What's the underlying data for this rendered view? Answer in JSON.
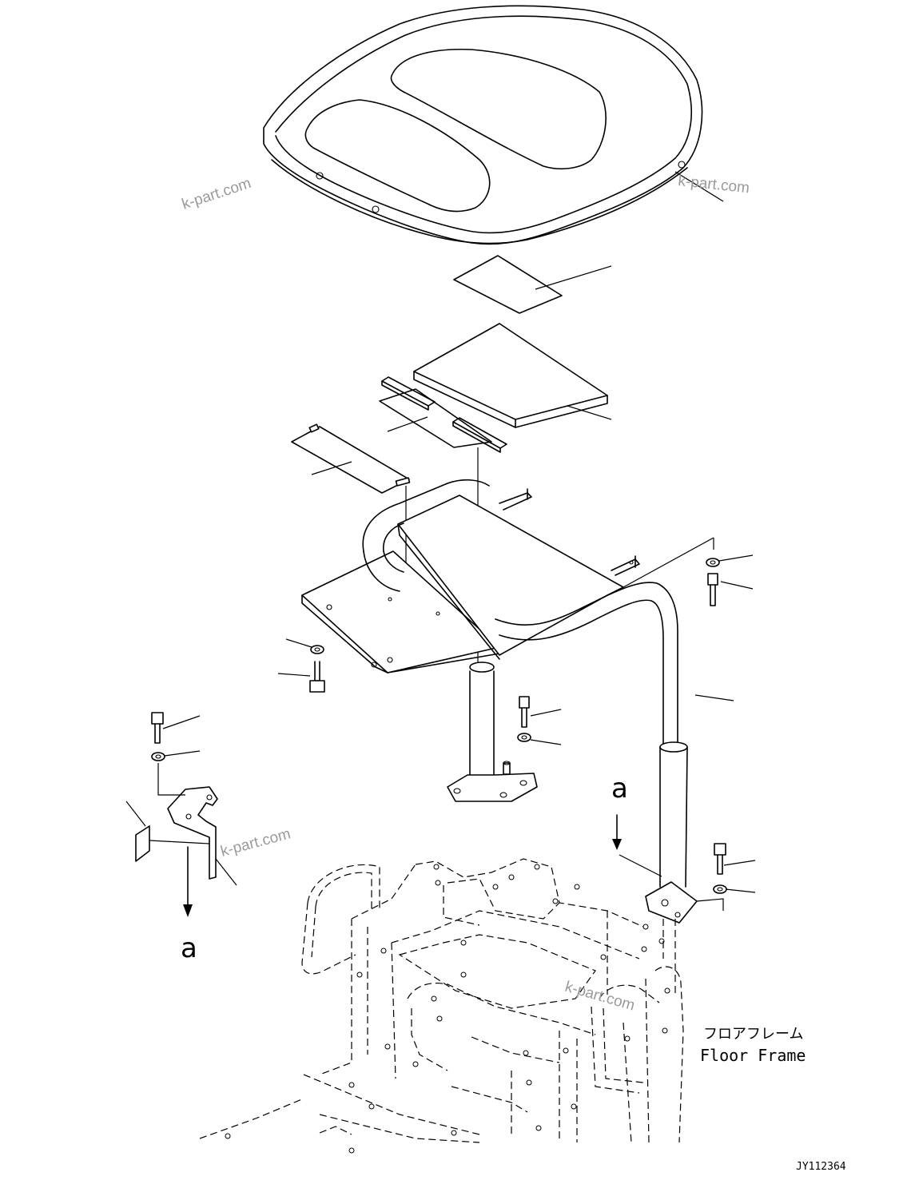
{
  "watermarks": [
    "k-part.com",
    "k-part.com",
    "k-part.com",
    "k-part.com"
  ],
  "labels": {
    "view_a_top": "a",
    "view_a_bottom": "a",
    "floor_frame_jp": "フロアフレーム",
    "floor_frame_en": "Floor Frame",
    "drawing_number": "JY112364"
  }
}
